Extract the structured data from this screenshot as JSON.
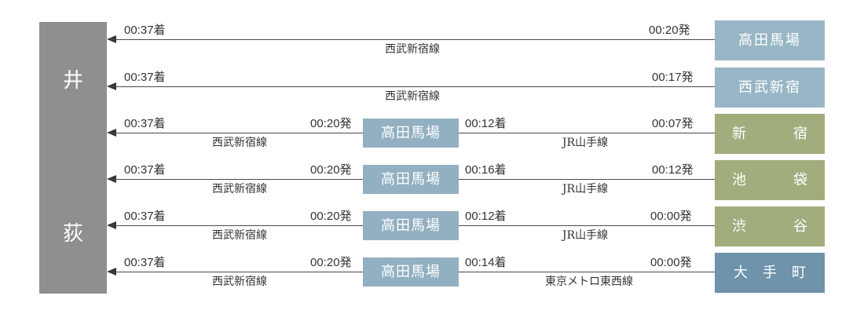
{
  "destination": {
    "char1": "井",
    "char2": "荻"
  },
  "colors": {
    "destination": "#8e8f8e",
    "seibu_box": "#98b6c5",
    "jr_box": "#a1ad7d",
    "metro_box": "#6e93ab",
    "transfer_box": "#92b0c1"
  },
  "routes": [
    {
      "origin": "高田馬場",
      "origin_type": "seibu",
      "depart": "00:20発",
      "arrive": "00:37着",
      "line": "西武新宿線"
    },
    {
      "origin": "西武新宿",
      "origin_type": "seibu",
      "depart": "00:17発",
      "arrive": "00:37着",
      "line": "西武新宿線"
    },
    {
      "origin_chars": [
        "新",
        "宿"
      ],
      "origin_type": "jr",
      "depart": "00:07発",
      "transfer_arrive": "00:12着",
      "transfer_station": "高田馬場",
      "transfer_depart": "00:20発",
      "arrive": "00:37着",
      "line1": "JR山手線",
      "line2": "西武新宿線"
    },
    {
      "origin_chars": [
        "池",
        "袋"
      ],
      "origin_type": "jr",
      "depart": "00:12発",
      "transfer_arrive": "00:16着",
      "transfer_station": "高田馬場",
      "transfer_depart": "00:20発",
      "arrive": "00:37着",
      "line1": "JR山手線",
      "line2": "西武新宿線"
    },
    {
      "origin_chars": [
        "渋",
        "谷"
      ],
      "origin_type": "jr",
      "depart": "00:00発",
      "transfer_arrive": "00:12着",
      "transfer_station": "高田馬場",
      "transfer_depart": "00:20発",
      "arrive": "00:37着",
      "line1": "JR山手線",
      "line2": "西武新宿線"
    },
    {
      "origin_chars": [
        "大",
        "手",
        "町"
      ],
      "origin_type": "metro",
      "depart": "00:00発",
      "transfer_arrive": "00:14着",
      "transfer_station": "高田馬場",
      "transfer_depart": "00:20発",
      "arrive": "00:37着",
      "line1": "東京メトロ東西線",
      "line2": "西武新宿線"
    }
  ]
}
